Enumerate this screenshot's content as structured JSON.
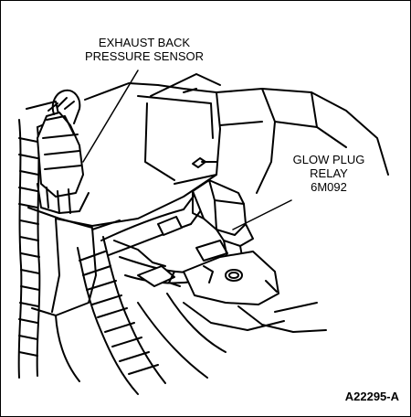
{
  "labels": {
    "exhaust_sensor": [
      "EXHAUST BACK",
      "PRESSURE SENSOR"
    ],
    "glow_relay": [
      "GLOW PLUG",
      "RELAY",
      "6M092"
    ]
  },
  "figure_id": "A22295-A",
  "colors": {
    "line": "#000000",
    "fill": "#ffffff",
    "background": "#ffffff"
  }
}
